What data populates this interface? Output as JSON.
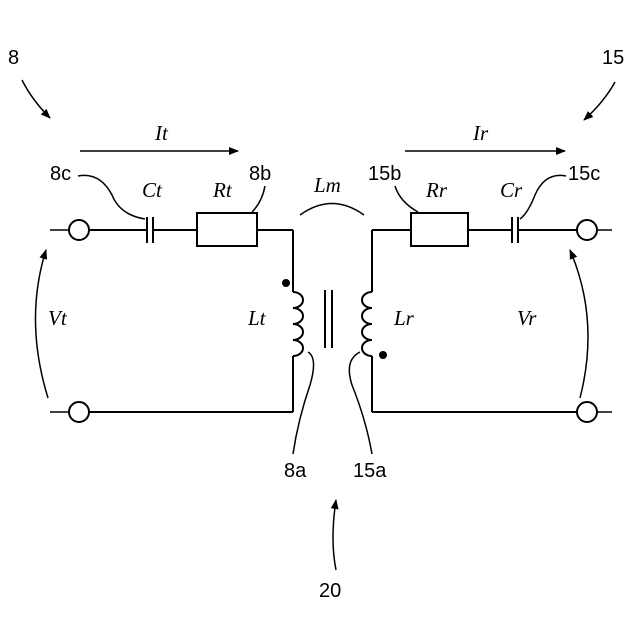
{
  "labels": {
    "ref_8": "8",
    "ref_15": "15",
    "ref_8c": "8c",
    "ref_8b": "8b",
    "ref_15b": "15b",
    "ref_15c": "15c",
    "ref_8a": "8a",
    "ref_15a": "15a",
    "ref_20": "20",
    "It": "It",
    "Ir": "Ir",
    "Ct": "Ct",
    "Rt": "Rt",
    "Lm": "Lm",
    "Rr": "Rr",
    "Cr": "Cr",
    "Lt": "Lt",
    "Lr": "Lr",
    "Vt": "Vt",
    "Vr": "Vr"
  }
}
